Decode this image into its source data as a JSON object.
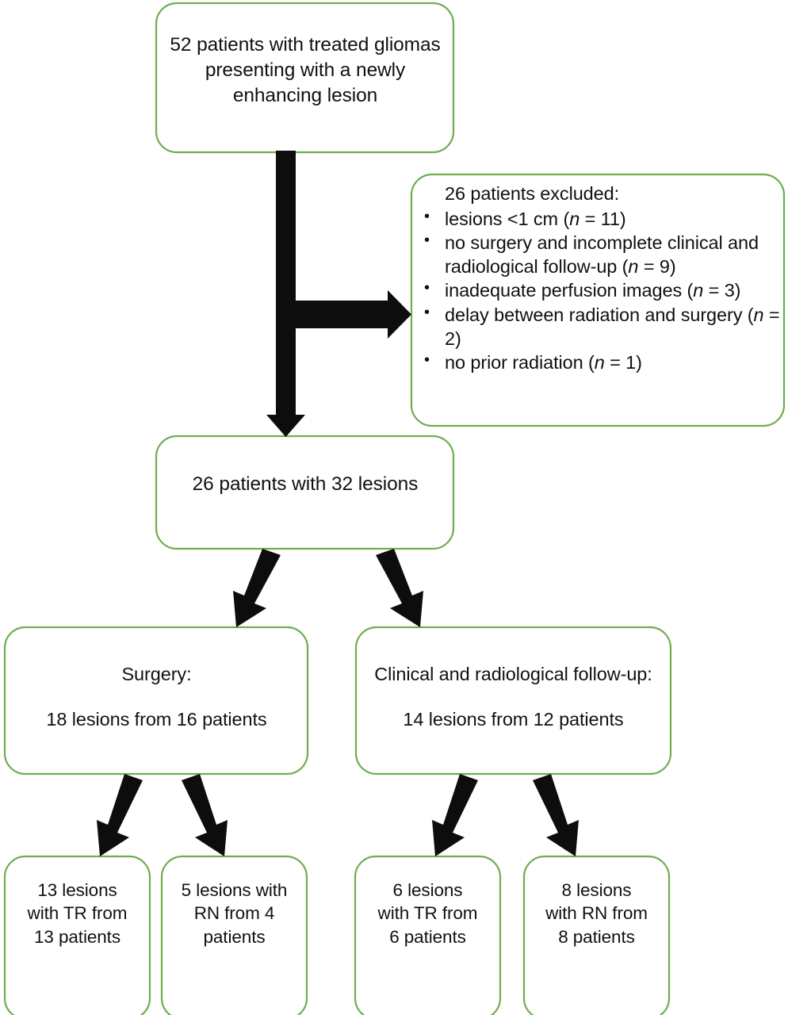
{
  "diagram": {
    "type": "flowchart",
    "title": "Patient selection flow diagram",
    "colors": {
      "box_border": "#6fae4e",
      "box_fill": "#ffffff",
      "arrow": "#0d0d0d",
      "text": "#111111",
      "background": "#ffffff"
    },
    "nodes": {
      "cohort": {
        "id": "cohort",
        "lines": [
          "52 patients with treated gliomas",
          "presenting with a newly",
          "enhancing lesion"
        ]
      },
      "excluded": {
        "id": "excluded",
        "heading": "26 patients excluded:",
        "items": [
          {
            "text_before": "lesions <1 cm (",
            "n_symbol": "n",
            "n_eq": " = 11)",
            "full": "lesions <1 cm (n = 11)"
          },
          {
            "text_before": "no surgery and incomplete clinical and radiological follow-up (",
            "n_symbol": "n",
            "n_eq": " = 9)",
            "full": "no surgery and incomplete clinical and radiological follow-up (n = 9)"
          },
          {
            "text_before": "inadequate perfusion images (",
            "n_symbol": "n",
            "n_eq": " = 3)",
            "full": "inadequate perfusion images (n = 3)"
          },
          {
            "text_before": "delay between radiation and surgery (",
            "n_symbol": "n",
            "n_eq": " = 2)",
            "full": "delay between radiation and surgery (n = 2)"
          },
          {
            "text_before": "no prior radiation (",
            "n_symbol": "n",
            "n_eq": " = 1)",
            "full": "no prior radiation (n = 1)"
          }
        ]
      },
      "included": {
        "id": "included",
        "lines": [
          "26 patients with 32 lesions"
        ]
      },
      "surgery": {
        "id": "surgery",
        "heading": "Surgery:",
        "detail": "18 lesions from 16 patients"
      },
      "followup": {
        "id": "followup",
        "heading": "Clinical and radiological follow-up:",
        "detail": "14 lesions from 12 patients"
      },
      "surgery_tr": {
        "id": "surgery-tr",
        "lines": [
          "13 lesions",
          "with TR from",
          "13 patients"
        ]
      },
      "surgery_rn": {
        "id": "surgery-rn",
        "lines": [
          "5 lesions with",
          "RN from 4",
          "patients"
        ]
      },
      "followup_tr": {
        "id": "followup-tr",
        "lines": [
          "6 lesions",
          "with TR from",
          "6 patients"
        ]
      },
      "followup_rn": {
        "id": "followup-rn",
        "lines": [
          "8 lesions",
          "with RN from",
          "8 patients"
        ]
      }
    },
    "edges": [
      {
        "from": "cohort",
        "to": "included",
        "style": "vertical-trunk-arrow"
      },
      {
        "from": "cohort",
        "to": "excluded",
        "style": "horizontal-branch-arrow"
      },
      {
        "from": "included",
        "to": "surgery",
        "style": "diagonal-left-arrow"
      },
      {
        "from": "included",
        "to": "followup",
        "style": "diagonal-right-arrow"
      },
      {
        "from": "surgery",
        "to": "surgery_tr",
        "style": "diagonal-left-arrow"
      },
      {
        "from": "surgery",
        "to": "surgery_rn",
        "style": "diagonal-right-arrow"
      },
      {
        "from": "followup",
        "to": "followup_tr",
        "style": "diagonal-left-arrow"
      },
      {
        "from": "followup",
        "to": "followup_rn",
        "style": "diagonal-right-arrow"
      }
    ]
  }
}
